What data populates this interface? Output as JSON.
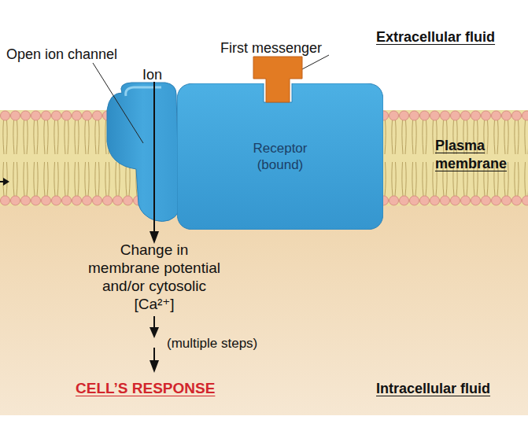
{
  "diagram": {
    "nodes": [
      {
        "text": [
          "Receptor (bound)"
        ]
      }
    ],
    "labels": [
      "Extracellular fluid",
      "Open ion channel",
      "Ion",
      "First messenger",
      "Plasma membrane",
      "Change in membrane potential and/or cytosolic [Ca²⁺]",
      "(multiple steps)",
      "CELL’S RESPONSE",
      "Intracellular fluid"
    ]
  }
}
